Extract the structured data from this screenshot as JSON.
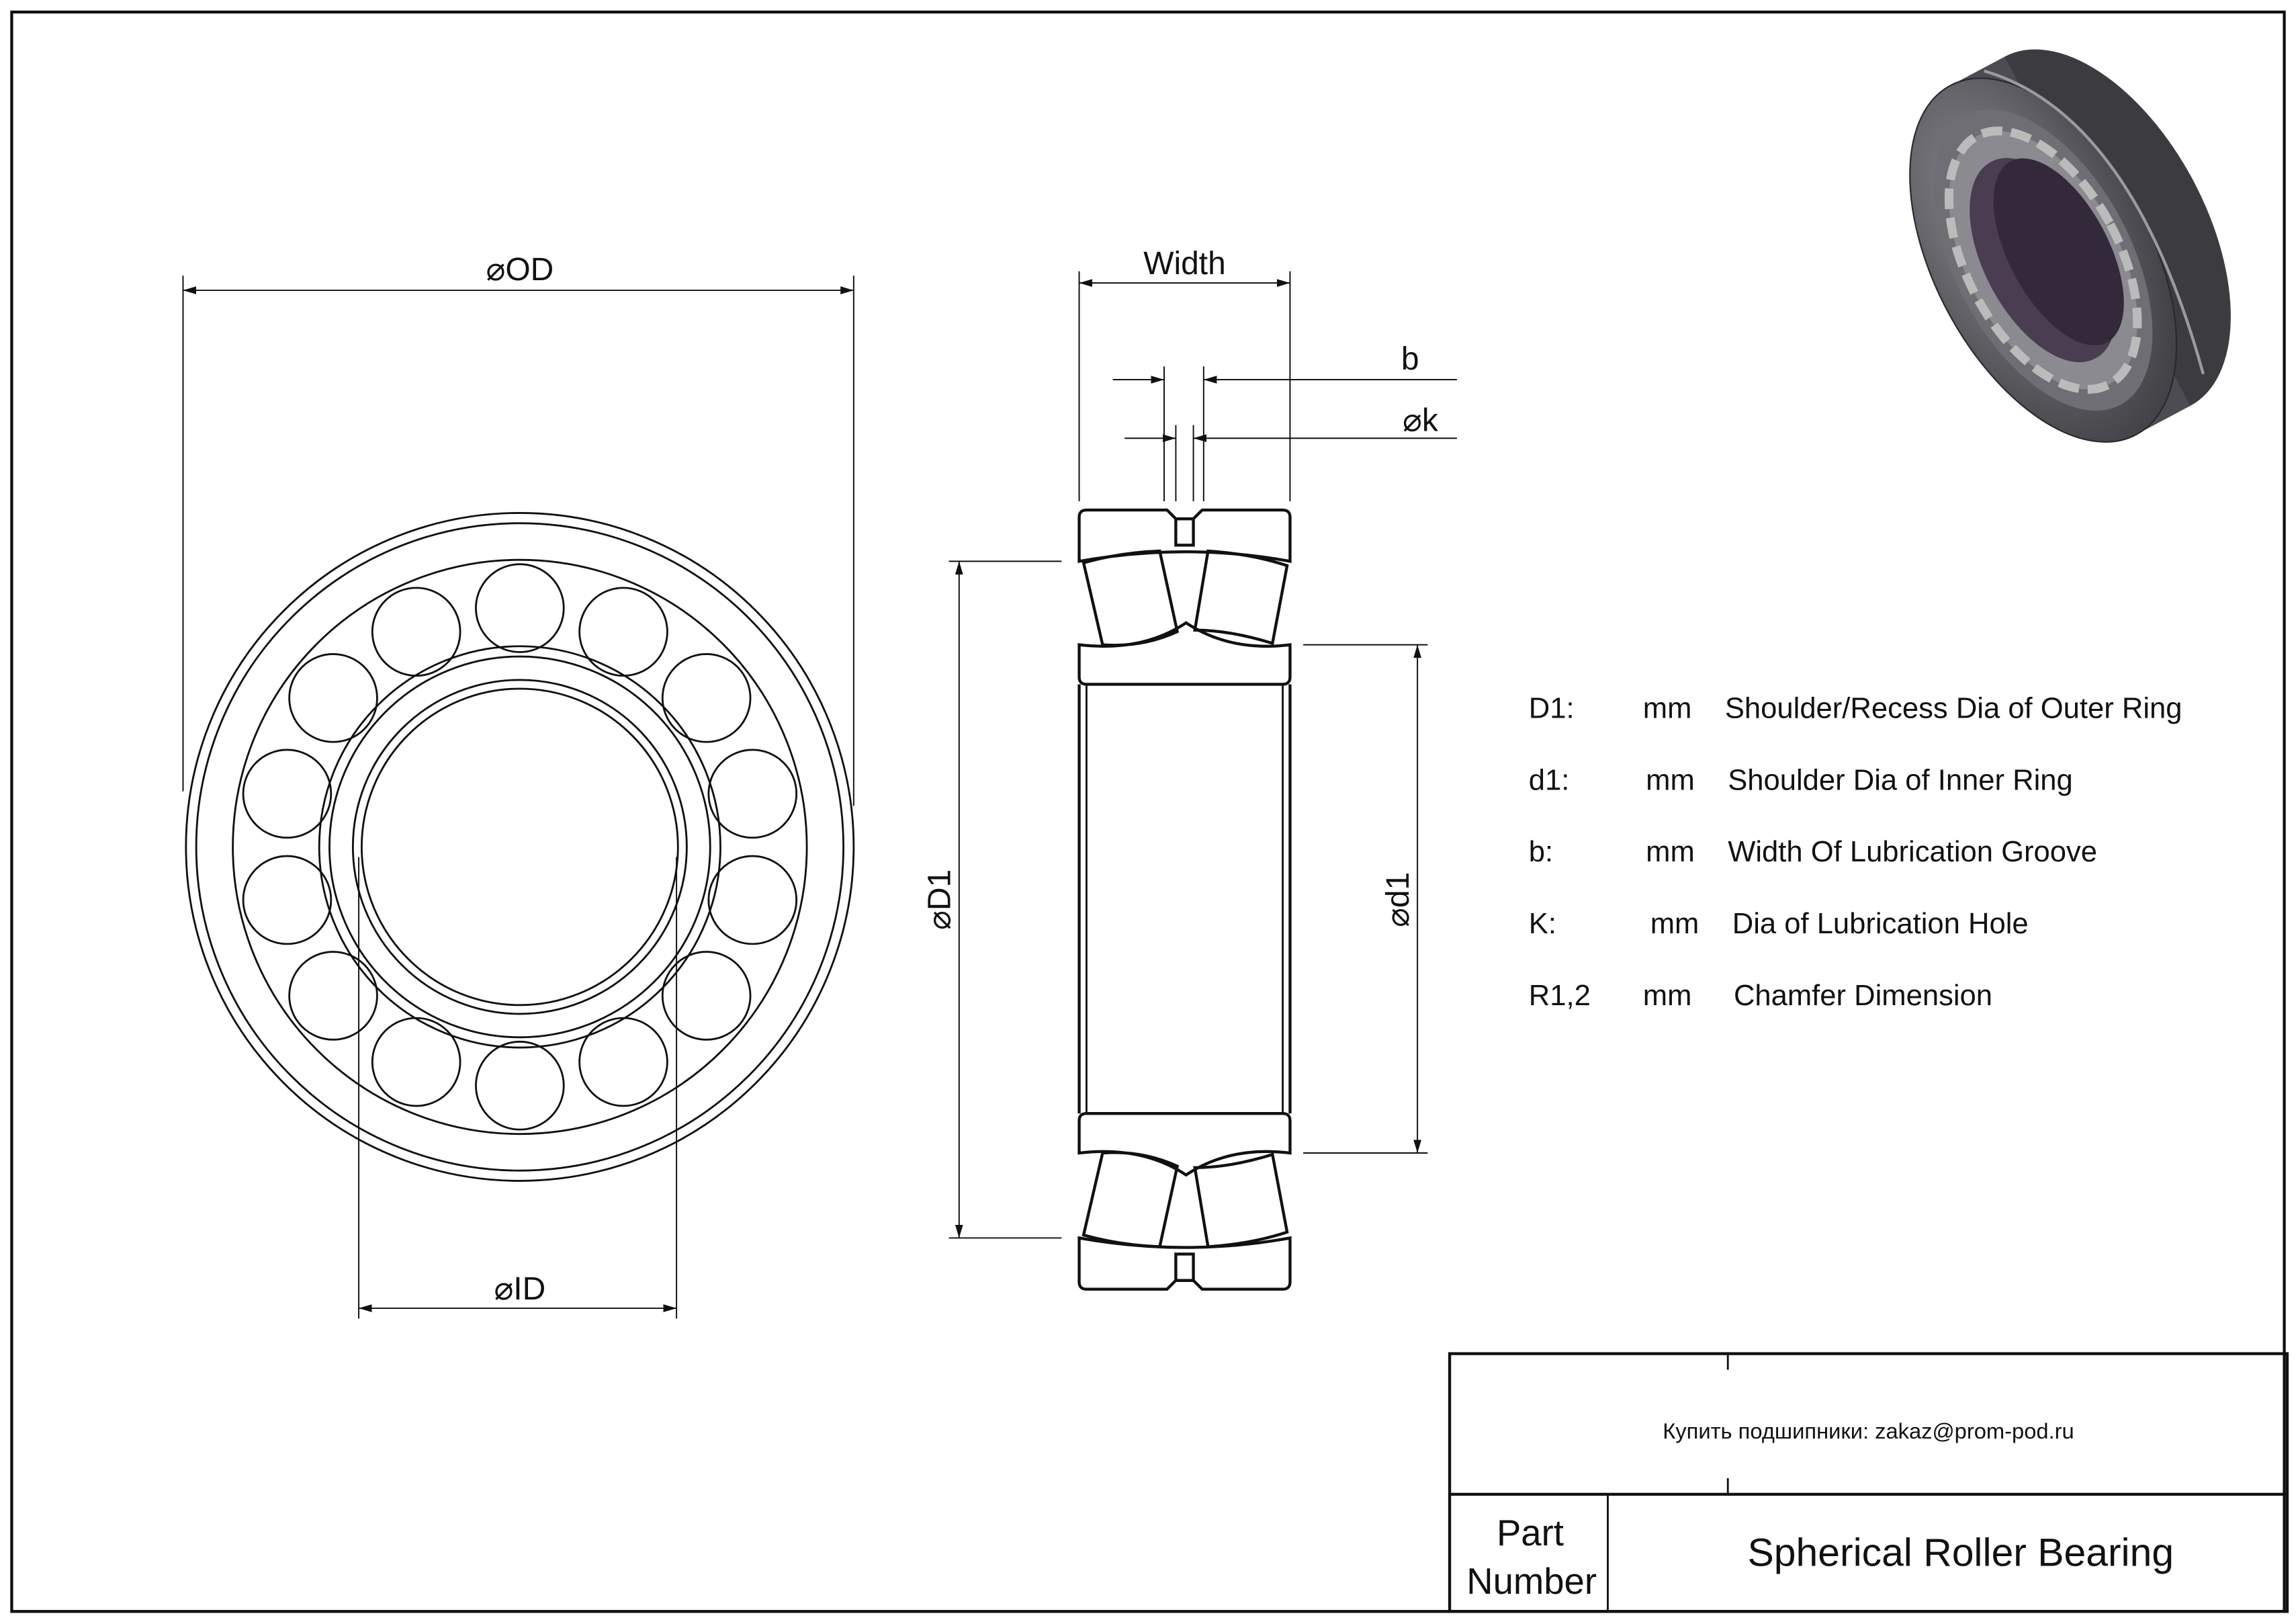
{
  "dimensions": {
    "od": "⌀OD",
    "id": "⌀ID",
    "width": "Width",
    "b": "b",
    "k": "⌀k",
    "d1_outer": "⌀D1",
    "d1_inner": "⌀d1"
  },
  "legend": [
    {
      "symbol": "D1:",
      "unit": "mm",
      "description": "Shoulder/Recess Dia of Outer Ring"
    },
    {
      "symbol": "d1:",
      "unit": "mm",
      "description": "Shoulder Dia of Inner Ring"
    },
    {
      "symbol": "b:",
      "unit": "mm",
      "description": "Width Of Lubrication Groove"
    },
    {
      "symbol": "K:",
      "unit": "mm",
      "description": "Dia of Lubrication Hole"
    },
    {
      "symbol": "R1,2",
      "unit": "mm",
      "description": "Chamfer Dimension"
    }
  ],
  "title_block": {
    "contact": "Купить подшипники: zakaz@prom-pod.ru",
    "part_label_line1": "Part",
    "part_label_line2": "Number",
    "part_name": "Spherical Roller Bearing"
  },
  "colors": {
    "line": "#111111",
    "render_body": "#5a5a5e",
    "render_bore": "#4a3d52"
  }
}
